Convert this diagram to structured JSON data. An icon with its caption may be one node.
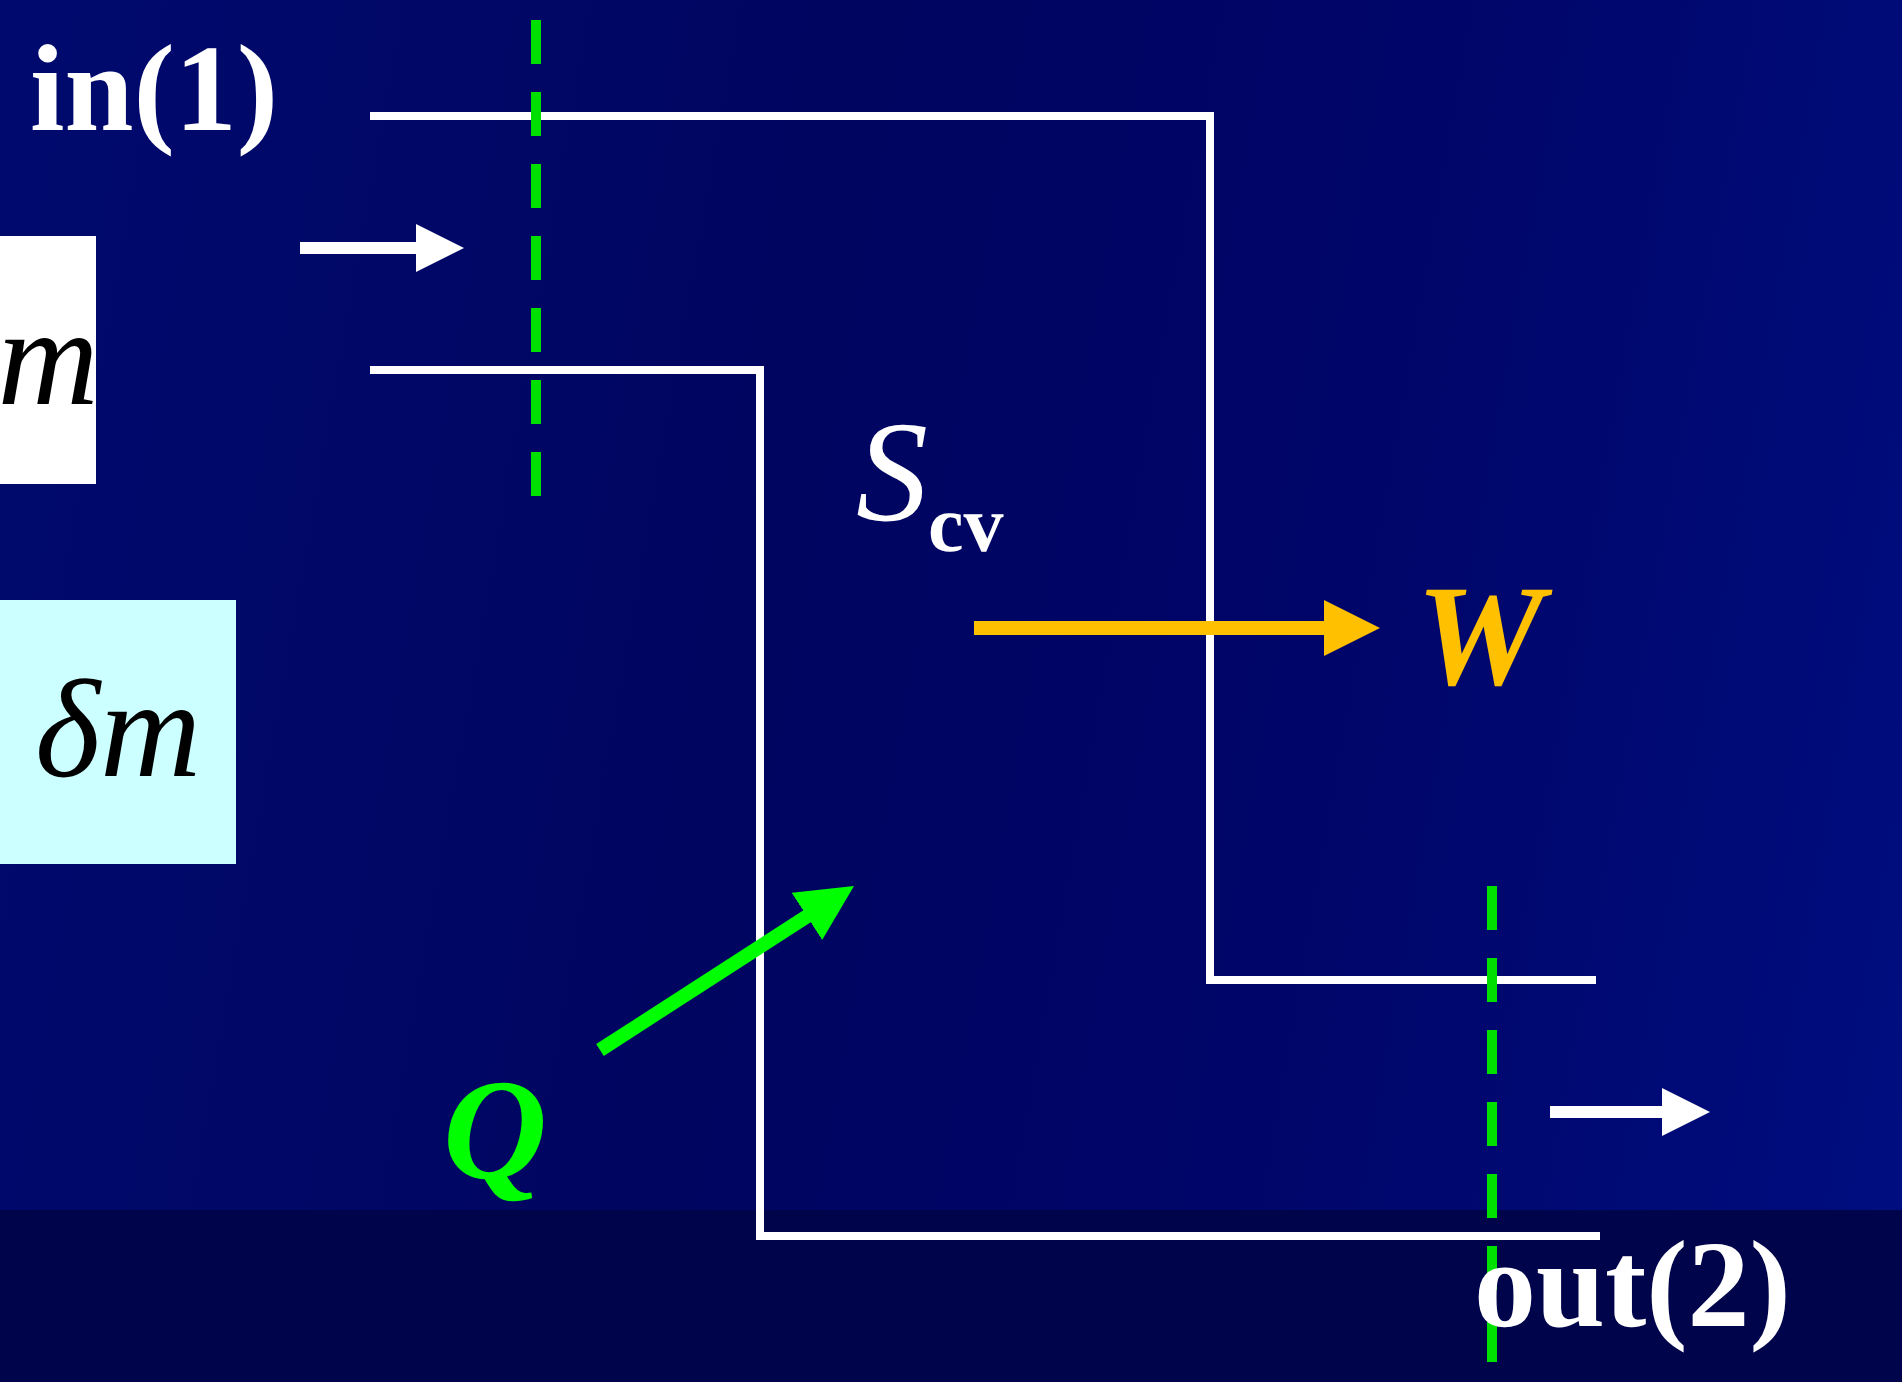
{
  "diagram": {
    "nodes": [
      {
        "text": [
          "m"
        ]
      },
      {
        "text": [
          "δm"
        ]
      },
      {
        "text": [
          "W"
        ]
      },
      {
        "text": [
          "Q"
        ]
      }
    ],
    "edges": [
      {
        "from": null,
        "to": 2,
        "arrow": "to",
        "color": "#ffc000"
      },
      {
        "from": 3,
        "to": null,
        "arrow": "to",
        "color": "#00ff00"
      }
    ],
    "labels": [
      "in(1)",
      "S$_{cv}$",
      "out(2)"
    ]
  }
}
